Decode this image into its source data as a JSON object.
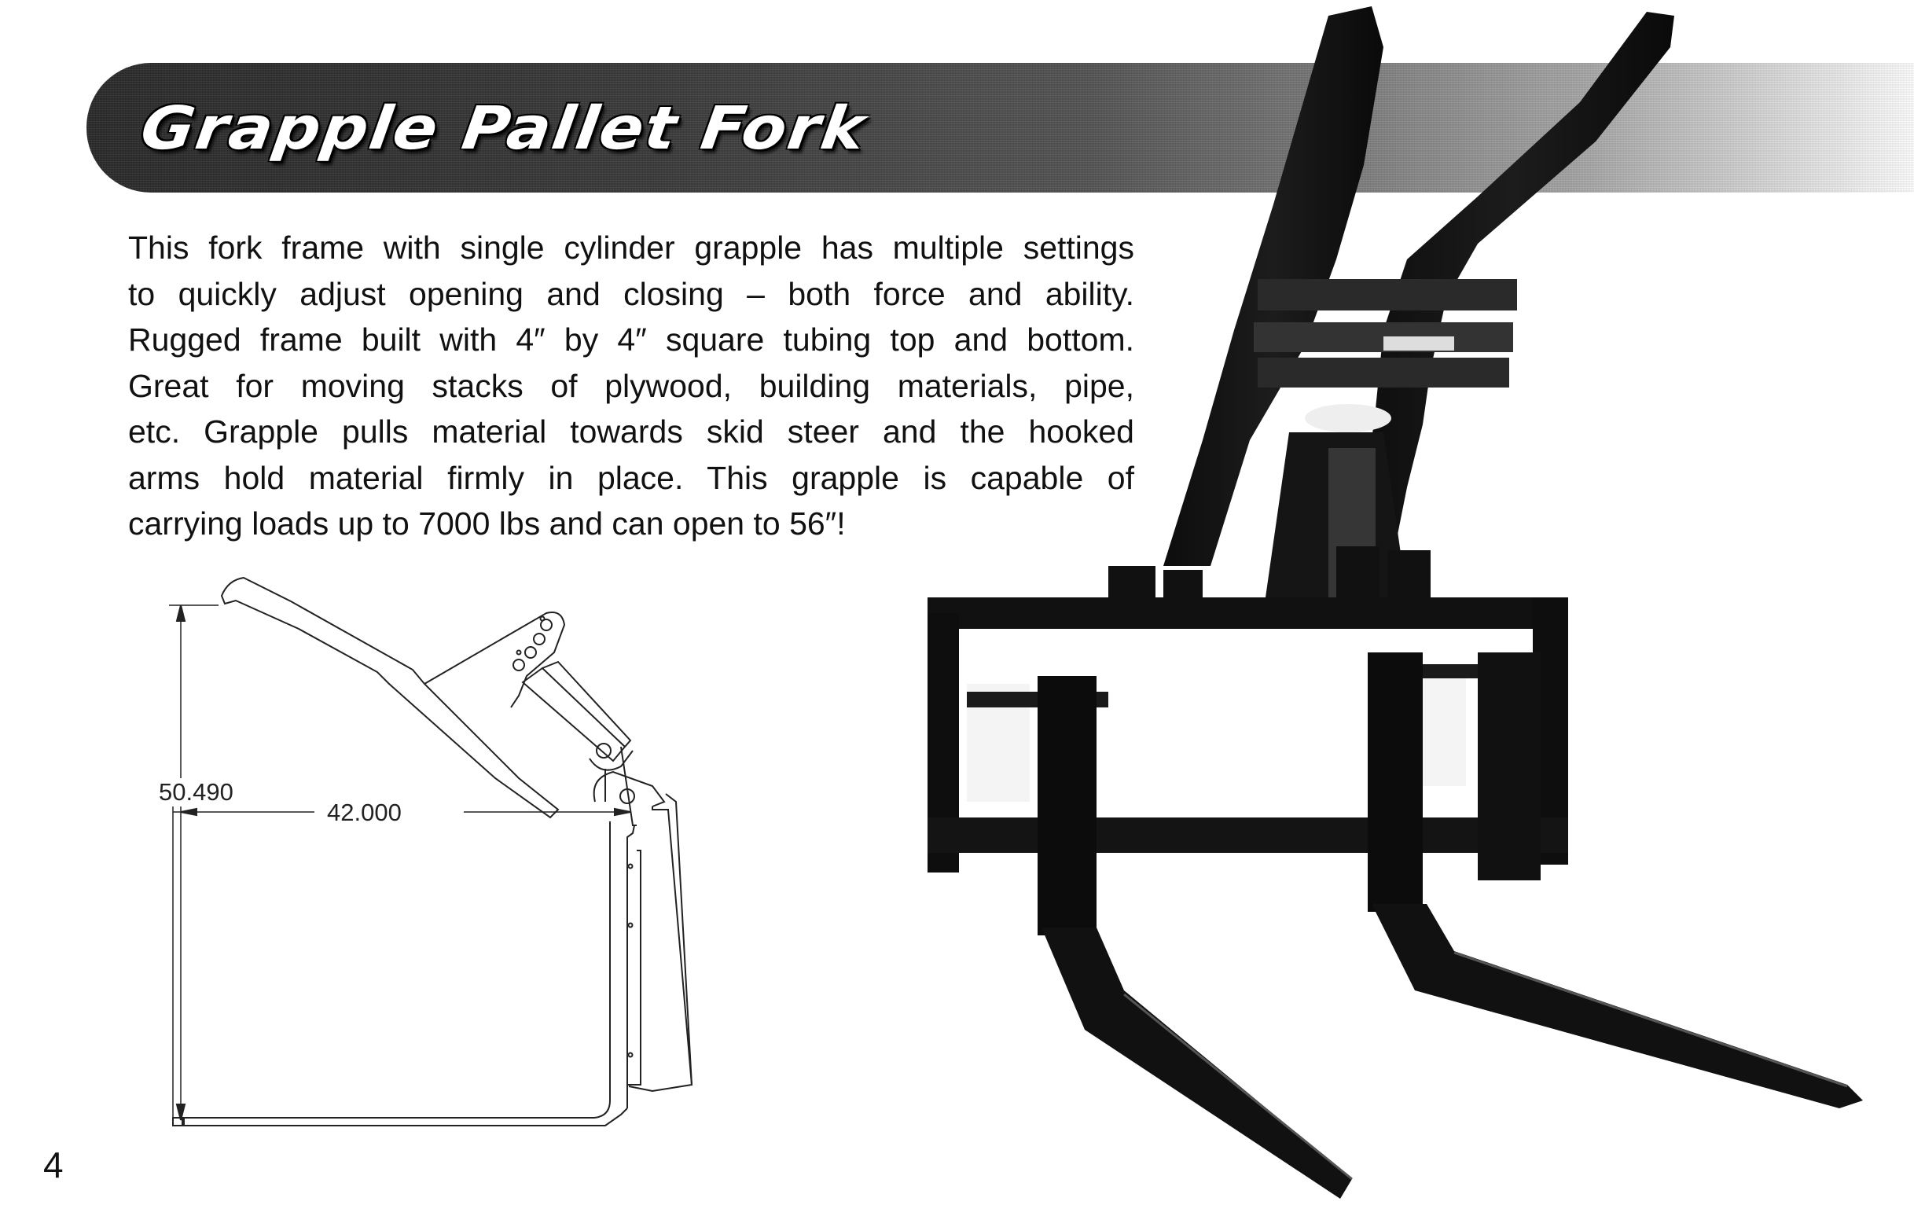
{
  "header": {
    "title": "Grapple Pallet Fork"
  },
  "description": {
    "lines": [
      "This fork frame with single cylinder grapple has multiple settings",
      "to quickly adjust opening and closing – both force and ability.",
      "Rugged frame built with 4″ by 4″ square tubing top and bottom.",
      "Great for moving stacks of plywood, building materials, pipe,",
      "etc.  Grapple pulls material towards skid steer and the hooked",
      "arms hold material firmly in place.  This grapple is capable of",
      "carrying loads up to 7000 lbs and can open to 56″!"
    ]
  },
  "drawing": {
    "height_dimension": "50.490",
    "length_dimension": "42.000"
  },
  "photo": {
    "subject": "grapple pallet fork attachment"
  },
  "footer": {
    "page_number": "4"
  },
  "colors": {
    "banner_dark": "#2a2a2a",
    "text": "#111111",
    "background": "#ffffff"
  }
}
